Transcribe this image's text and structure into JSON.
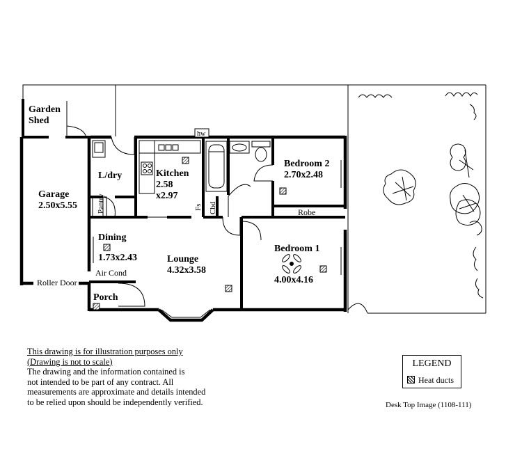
{
  "rooms": {
    "garden_shed": [
      "Garden",
      "Shed"
    ],
    "garage": {
      "name": "Garage",
      "size": "2.50x5.55"
    },
    "laundry": "L/dry",
    "pantry": "Pantry",
    "kitchen": {
      "name": "Kitchen",
      "size1": "2.58",
      "size2": "x2.97"
    },
    "hot_water": "hw",
    "fridge_space": "Fs",
    "cupboard": "Cbd",
    "bedroom2": {
      "name": "Bedroom 2",
      "size": "2.70x2.48"
    },
    "robe": "Robe",
    "dining": {
      "name": "Dining",
      "size": "1.73x2.43"
    },
    "air_cond": "Air Cond",
    "lounge": {
      "name": "Lounge",
      "size": "4.32x3.58"
    },
    "bedroom1": {
      "name": "Bedroom 1",
      "size": "4.00x4.16"
    },
    "roller_door": "Roller Door",
    "porch": "Porch"
  },
  "disclaimer": {
    "line1": "This drawing is for illustration purposes only",
    "line2": "(Drawing is not to scale)",
    "body": [
      "The drawing and the information contained is",
      "not intended to be part of any contract.  All",
      "measurements are approximate and details intended",
      "to be relied upon should be independently verified."
    ]
  },
  "legend": {
    "title": "LEGEND",
    "item": "Heat ducts"
  },
  "image_ref": "Desk Top Image    (1108-111)"
}
